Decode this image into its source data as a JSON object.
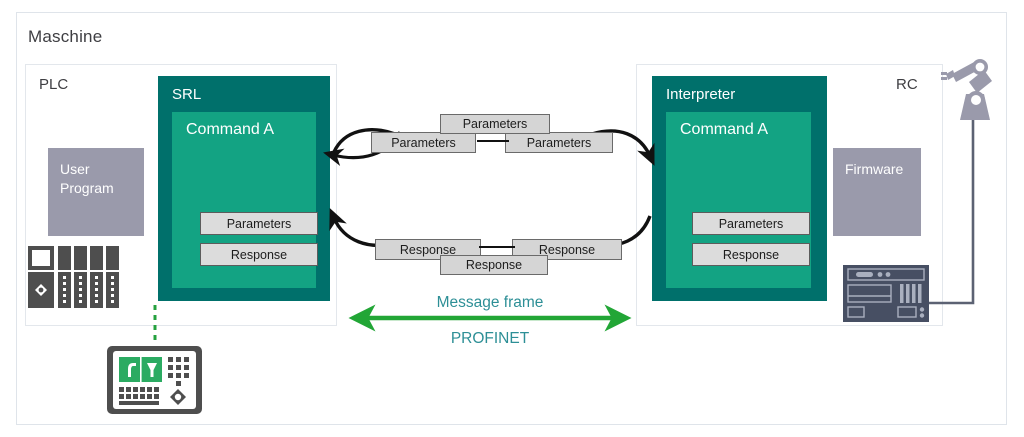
{
  "diagram": {
    "title": "Maschine",
    "panels": {
      "plc": {
        "label": "PLC"
      },
      "rc": {
        "label": "RC"
      }
    },
    "blocks": {
      "srl": {
        "title": "SRL",
        "command": "Command A",
        "parameters": "Parameters",
        "response": "Response"
      },
      "interpreter": {
        "title": "Interpreter",
        "command": "Command A",
        "parameters": "Parameters",
        "response": "Response"
      },
      "user_program": "User\nProgram",
      "user_program_line1": "User",
      "user_program_line2": "Program",
      "firmware": "Firmware"
    },
    "message_frame": {
      "parameters_top": "Parameters",
      "parameters_left": "Parameters",
      "parameters_right": "Parameters",
      "response_left": "Response",
      "response_right": "Response",
      "response_bottom": "Response",
      "caption_primary": "Message frame",
      "caption_secondary": "PROFINET"
    },
    "icons": {
      "plc_rack": "plc-rack-icon",
      "teach_pendant": "teach-pendant-icon",
      "robot_arm": "robot-arm-icon",
      "robot_controller": "robot-controller-icon"
    },
    "colors": {
      "teal_dark": "#00706b",
      "teal_light": "#13a383",
      "grey_violet": "#9a9aab",
      "box_grey": "#d5d5d5",
      "caption_teal": "#2d8f96",
      "arrow_green": "#22a636",
      "frame_border": "#dfe4ea",
      "device_grey": "#4e4e4e",
      "controller_slate": "#474f63"
    }
  }
}
